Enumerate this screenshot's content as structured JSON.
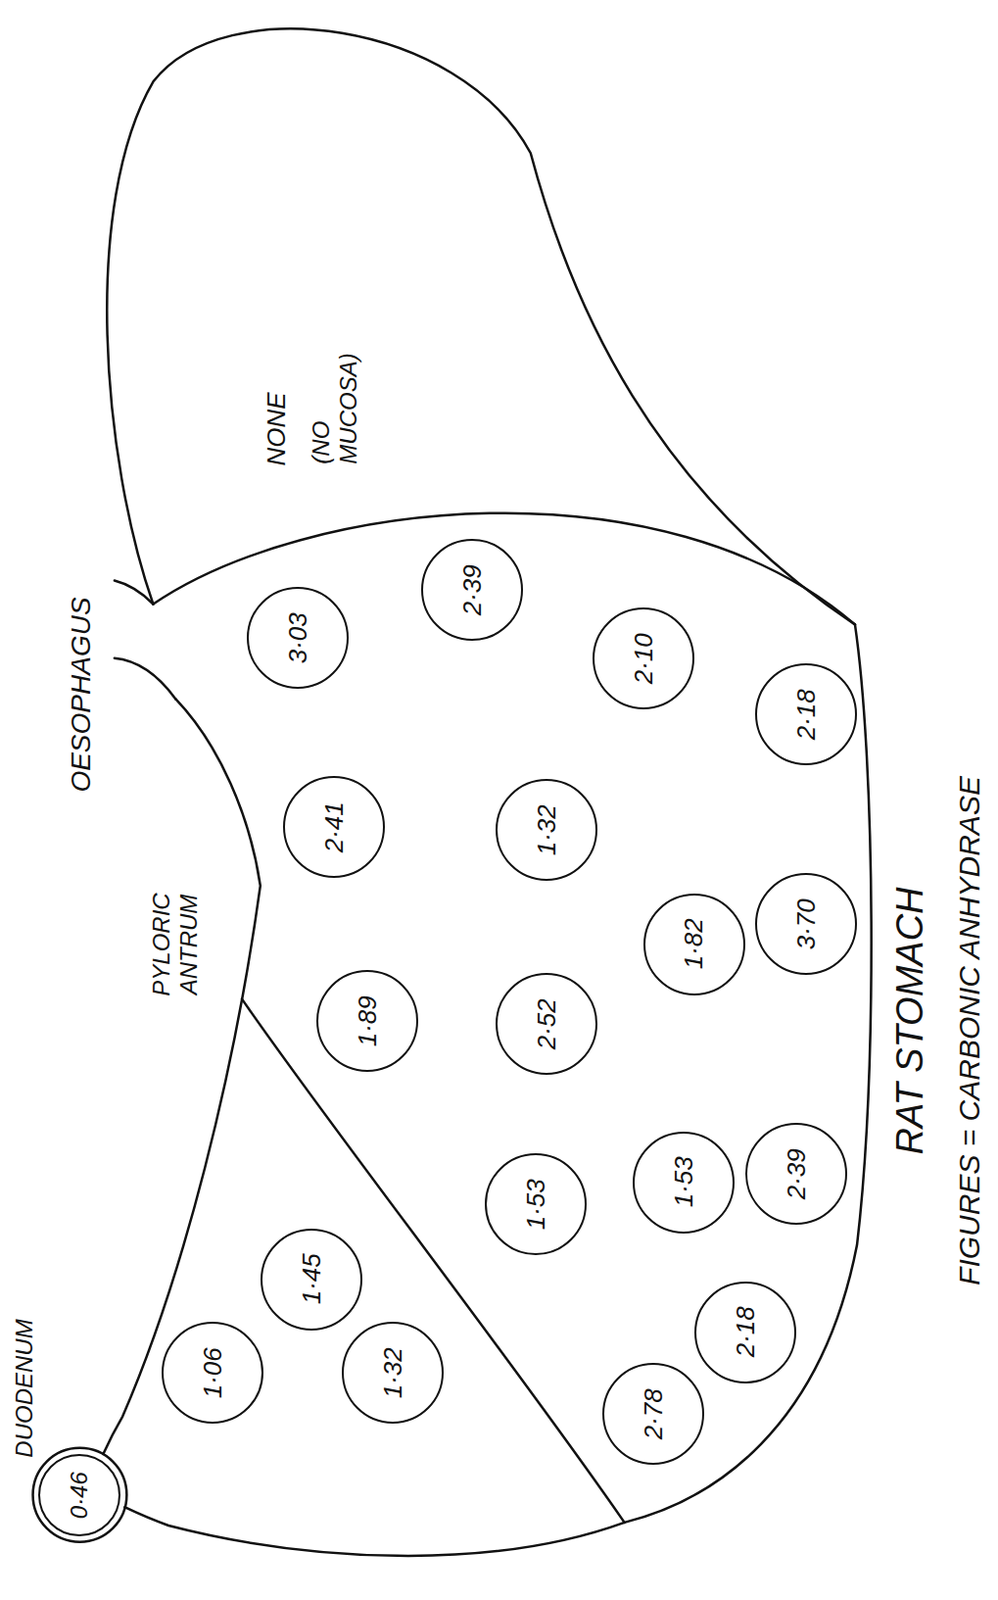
{
  "diagram": {
    "title": "RAT STOMACH",
    "caption": "FIGURES = CARBONIC ANHYDRASE",
    "nodes": [
      {
        "text": [
          "0·46"
        ]
      },
      {
        "text": [
          "1·06"
        ]
      },
      {
        "text": [
          "1·45"
        ]
      },
      {
        "text": [
          "1·32"
        ]
      },
      {
        "text": [
          "1·53"
        ]
      },
      {
        "text": [
          "2·78"
        ]
      },
      {
        "text": [
          "1·89"
        ]
      },
      {
        "text": [
          "2·52"
        ]
      },
      {
        "text": [
          "1·53"
        ]
      },
      {
        "text": [
          "2·18"
        ]
      },
      {
        "text": [
          "2·41"
        ]
      },
      {
        "text": [
          "1·32"
        ]
      },
      {
        "text": [
          "1·82"
        ]
      },
      {
        "text": [
          "2·39"
        ]
      },
      {
        "text": [
          "3·03"
        ]
      },
      {
        "text": [
          "2·39"
        ]
      },
      {
        "text": [
          "2·10"
        ]
      },
      {
        "text": [
          "3·70"
        ]
      },
      {
        "text": [
          "2·18"
        ]
      }
    ],
    "labels": [
      "DUODENUM",
      "PYLORIC ANTRUM",
      "OESOPHAGUS",
      "NONE",
      "(NO MUCOSA)"
    ]
  }
}
